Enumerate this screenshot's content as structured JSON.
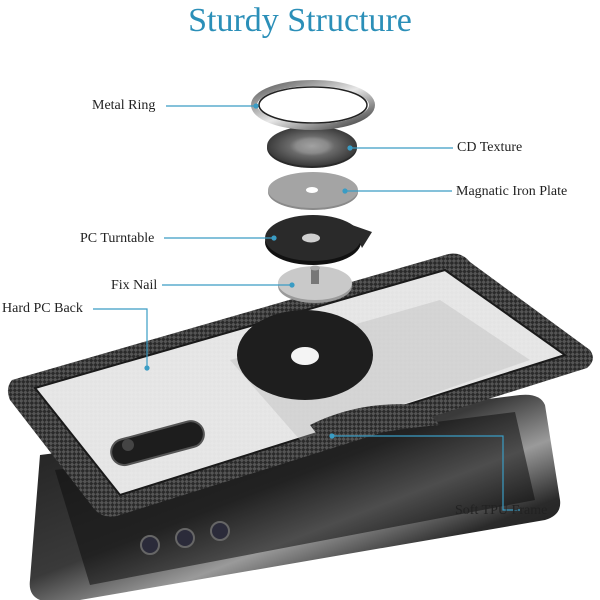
{
  "title": "Sturdy Structure",
  "labels": {
    "metal_ring": "Metal Ring",
    "cd_texture": "CD Texture",
    "magnetic_iron_plate": "Magnatic Iron Plate",
    "pc_turntable": "PC Turntable",
    "fix_nail": "Fix Nail",
    "hard_pc_back": "Hard PC Back",
    "soft_tpu_frame": "Soft TPU Frame"
  },
  "colors": {
    "title": "#2b8fb8",
    "leader_line": "#3a9cc4"
  }
}
